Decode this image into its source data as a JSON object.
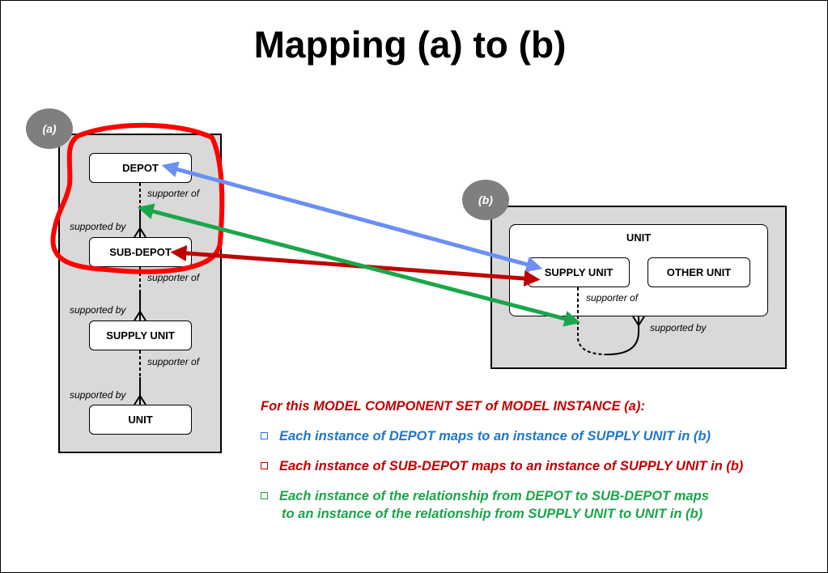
{
  "title": "Mapping (a) to (b)",
  "diagram_a": {
    "badge": "(a)",
    "entities": [
      "DEPOT",
      "SUB-DEPOT",
      "SUPPLY UNIT",
      "UNIT"
    ],
    "supporter_label": "supporter of",
    "supported_label": "supported by"
  },
  "diagram_b": {
    "badge": "(b)",
    "container": "UNIT",
    "supply_unit": "SUPPLY UNIT",
    "other_unit": "OTHER UNIT",
    "supporter_label": "supporter of",
    "supported_label": "supported by"
  },
  "colors": {
    "blue_arrow": "#6b8ff2",
    "red_arrow": "#c00000",
    "green_arrow": "#1aa64a",
    "highlight": "#ff0000",
    "blue_text": "#1f78c8",
    "red_text": "#c00000",
    "green_text": "#1aa64a"
  },
  "notes": {
    "heading": "For this MODEL COMPONENT SET of MODEL INSTANCE (a):",
    "items": [
      "Each instance of DEPOT maps to an instance of SUPPLY UNIT in (b)",
      "Each instance of SUB-DEPOT maps to an instance of SUPPLY UNIT in (b)",
      "Each instance of the relationship from DEPOT  to SUB-DEPOT maps",
      "to an instance of the relationship from SUPPLY UNIT to UNIT in (b)"
    ]
  }
}
